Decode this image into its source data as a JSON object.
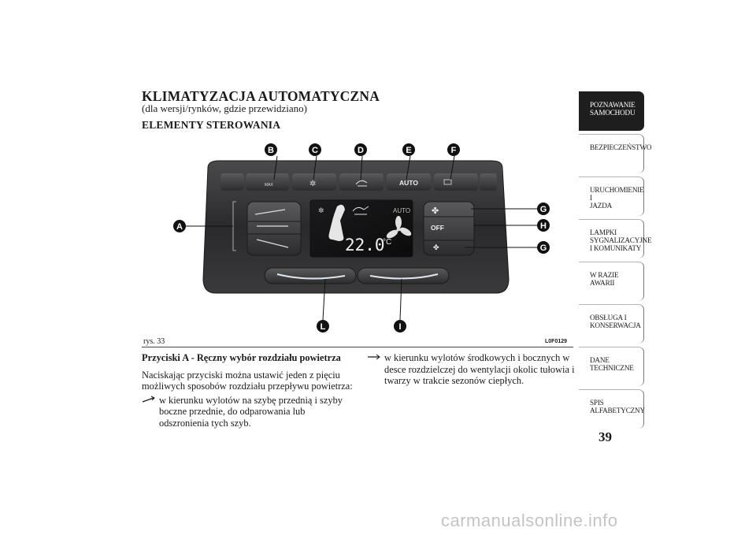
{
  "header": {
    "title": "KLIMATYZACJA AUTOMATYCZNA",
    "subtitle": "(dla wersji/rynków, gdzie przewidziano)",
    "section": "ELEMENTY STEROWANIA"
  },
  "figure": {
    "callouts": [
      "A",
      "B",
      "C",
      "D",
      "E",
      "F",
      "G",
      "H",
      "G",
      "L",
      "I"
    ],
    "buttons": {
      "max": "MAX",
      "auto": "AUTO",
      "off": "OFF"
    },
    "display": {
      "mode": "AUTO",
      "temperature": "22.0",
      "unit": "°C"
    },
    "caption": "rys. 33",
    "code": "L0F0129"
  },
  "body": {
    "heading": "Przyciski A - Ręczny wybór rozdziału powietrza",
    "intro": "Naciskając przyciski można ustawić jeden z pięciu możliwych sposobów rozdziału przepływu powietrza:",
    "bullet1": "w kierunku wylotów na szybę przednią i szyby boczne przednie, do odparowania lub odszronienia tych szyb.",
    "bullet2": "w kierunku wylotów środkowych i bocznych w desce rozdzielczej do wentylacji okolic tułowia i twarzy w trakcie sezonów ciepłych."
  },
  "sidebar": {
    "tabs": [
      "POZNAWANIE\nSAMOCHODU",
      "BEZPIECZEŃSTWO",
      "URUCHOMIENIE I\nJAZDA",
      "LAMPKI\nSYGNALIZACYJNE\nI KOMUNIKATY",
      "W RAZIE AWARII",
      "OBSŁUGA I\nKONSERWACJA",
      "DANE\nTECHNICZNE",
      "SPIS\nALFABETYCZNY"
    ],
    "active_index": 0
  },
  "page_number": "39",
  "watermark": "carmanualsonline.info"
}
